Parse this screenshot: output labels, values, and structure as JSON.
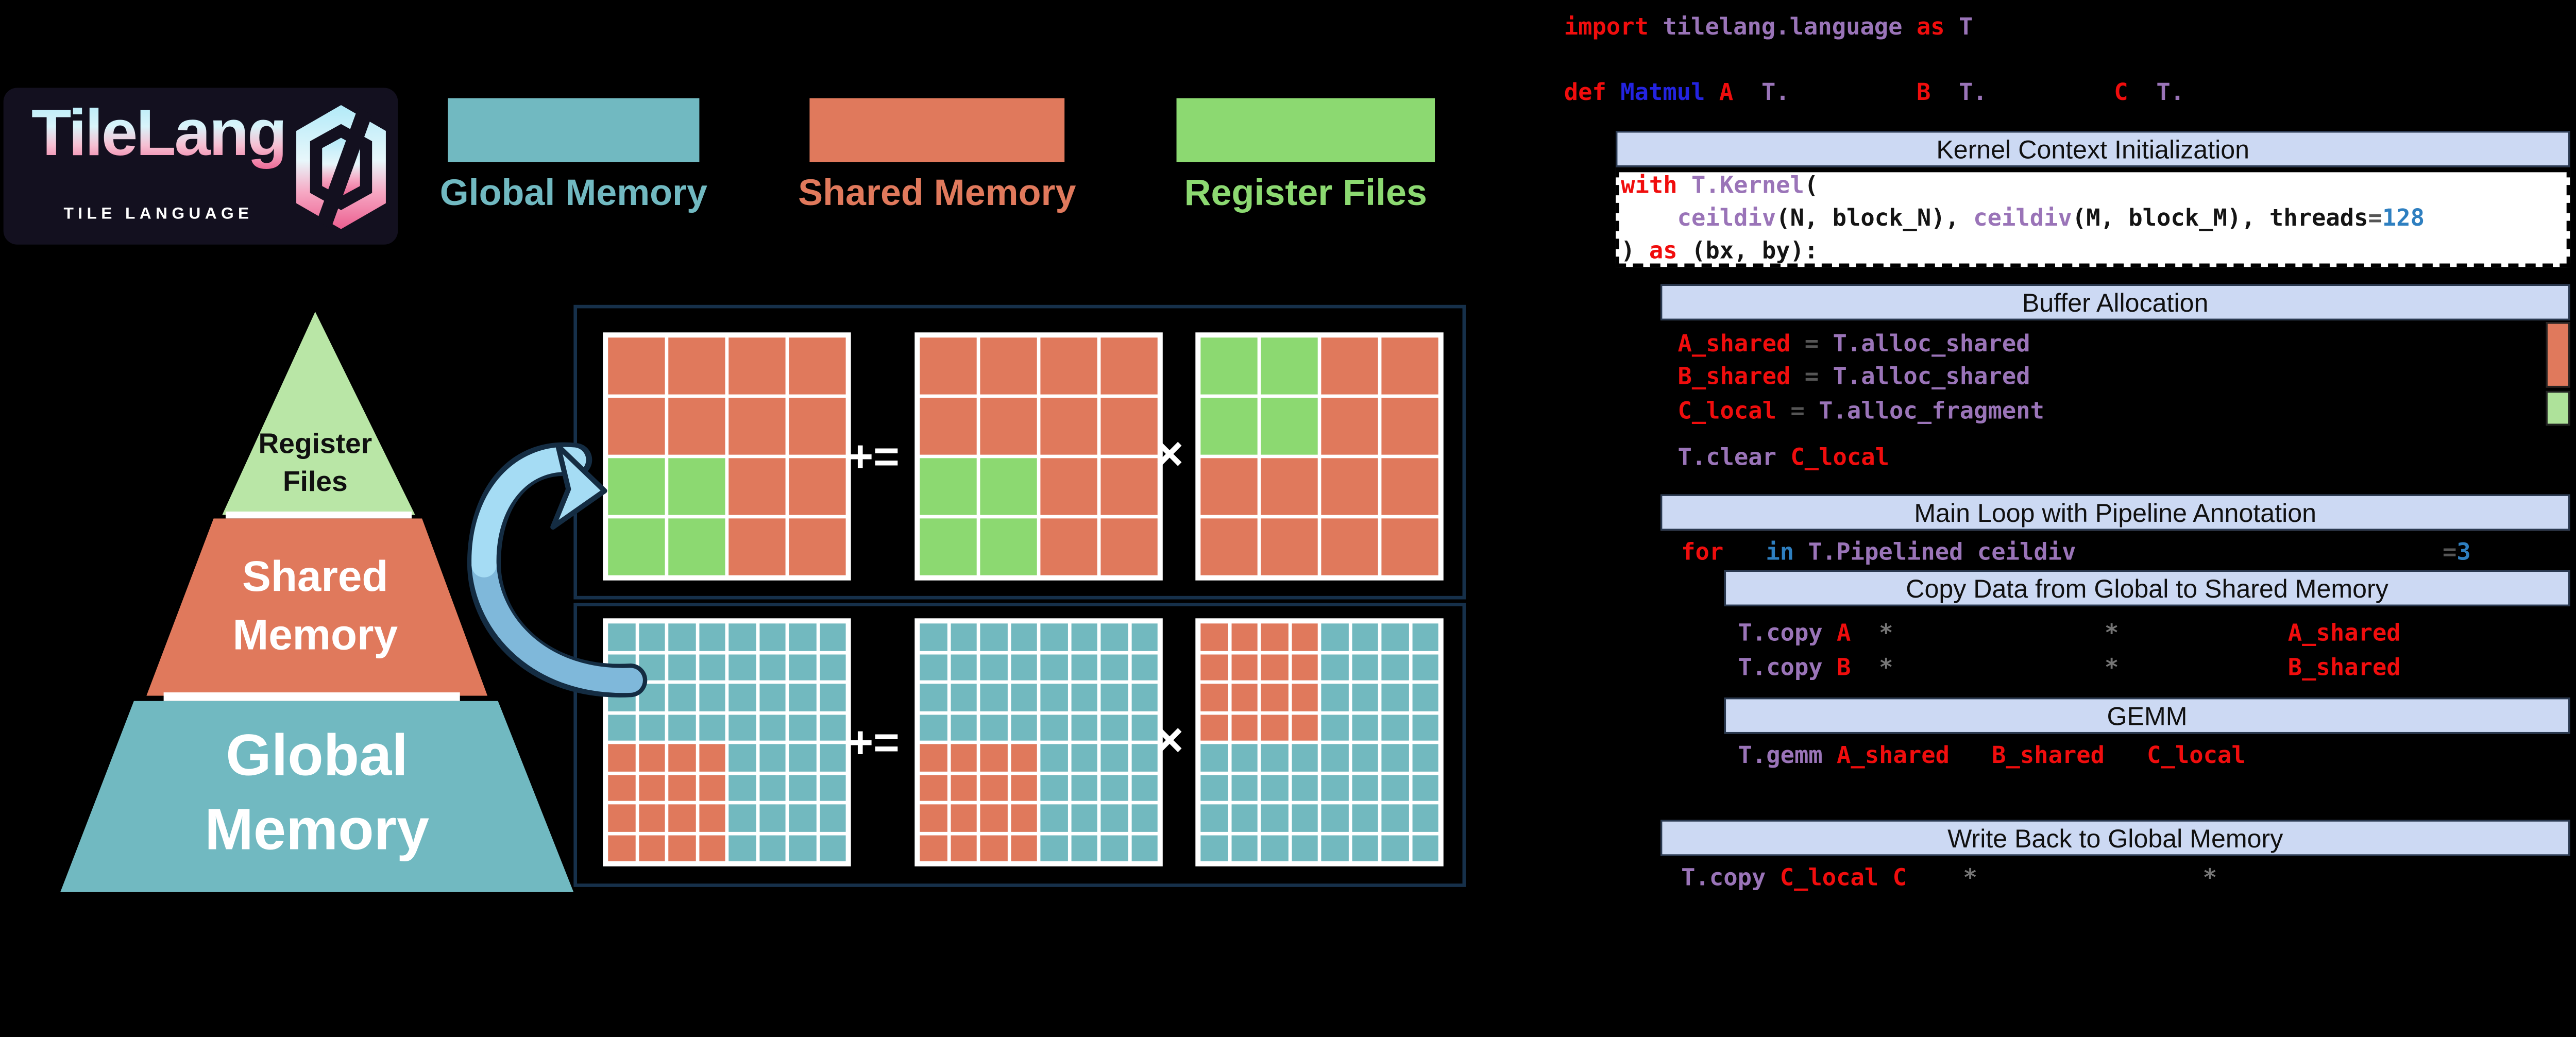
{
  "logo": {
    "title": "TileLang",
    "subtitle": "TILE LANGUAGE"
  },
  "legend": [
    {
      "id": "global",
      "label": "Global Memory",
      "color": "#71b9c1"
    },
    {
      "id": "shared",
      "label": "Shared Memory",
      "color": "#e0795c"
    },
    {
      "id": "register",
      "label": "Register Files",
      "color": "#8cd971"
    }
  ],
  "pyramid": {
    "levels": [
      {
        "id": "register-files",
        "lines": [
          "Register",
          "Files"
        ],
        "color": "#b9e6a6",
        "text_color": "#101010"
      },
      {
        "id": "shared-memory",
        "lines": [
          "Shared",
          "Memory"
        ],
        "color": "#e0795c",
        "text_color": "#ffffff"
      },
      {
        "id": "global-memory",
        "lines": [
          "Global",
          "Memory"
        ],
        "color": "#71b9c1",
        "text_color": "#ffffff"
      }
    ]
  },
  "matrix_colors": {
    "S": "#e0795c",
    "G": "#8cd971",
    "T": "#72b9bf"
  },
  "matrix_groups": [
    {
      "id": "register-level",
      "operators": [
        "+=",
        "×"
      ],
      "grids": [
        [
          "SSSS",
          "SSSS",
          "GGSS",
          "GGSS"
        ],
        [
          "SSSS",
          "SSSS",
          "GGSS",
          "GGSS"
        ],
        [
          "GGSS",
          "GGSS",
          "SSSS",
          "SSSS"
        ]
      ]
    },
    {
      "id": "global-level",
      "operators": [
        "+=",
        "×"
      ],
      "grids": [
        [
          "TTTTTTTT",
          "TTTTTTTT",
          "TTTTTTTT",
          "TTTTTTTT",
          "SSSSTTTT",
          "SSSSTTTT",
          "SSSSTTTT",
          "SSSSTTTT"
        ],
        [
          "TTTTTTTT",
          "TTTTTTTT",
          "TTTTTTTT",
          "TTTTTTTT",
          "SSSSTTTT",
          "SSSSTTTT",
          "SSSSTTTT",
          "SSSSTTTT"
        ],
        [
          "SSSSTTTT",
          "SSSSTTTT",
          "SSSSTTTT",
          "SSSSTTTT",
          "TTTTTTTT",
          "TTTTTTTT",
          "TTTTTTTT",
          "TTTTTTTT"
        ]
      ]
    }
  ],
  "code": {
    "palette": {
      "red": "#f00d0d",
      "purple": "#9a74b8",
      "blue": "#2323e0",
      "steel": "#2e7fc0",
      "gray": "#555555",
      "dim": "#757575",
      "black": "#141414",
      "gap": "transparent"
    },
    "headers": [
      {
        "id": "h1",
        "label": "Kernel Context Initialization"
      },
      {
        "id": "h2",
        "label": "Buffer Allocation"
      },
      {
        "id": "h3",
        "label": "Main Loop with Pipeline Annotation"
      },
      {
        "id": "h4",
        "label": "Copy Data from Global to Shared Memory"
      },
      {
        "id": "h5",
        "label": "GEMM"
      },
      {
        "id": "h6",
        "label": "Write Back to Global Memory"
      }
    ],
    "lines": [
      {
        "id": "import",
        "tokens": [
          [
            "red",
            "import"
          ],
          [
            "purple",
            " tilelang.language"
          ],
          [
            "red",
            " as"
          ],
          [
            "purple",
            " T"
          ]
        ]
      },
      {
        "id": "def",
        "tokens": [
          [
            "red",
            "def"
          ],
          [
            "blue",
            " Matmul"
          ],
          [
            "red",
            " A"
          ],
          [
            "purple",
            "  T."
          ],
          [
            "gap",
            "         "
          ],
          [
            "red",
            "B"
          ],
          [
            "purple",
            "  T."
          ],
          [
            "gap",
            "         "
          ],
          [
            "red",
            "C"
          ],
          [
            "purple",
            "  T."
          ]
        ]
      },
      {
        "id": "with1",
        "tokens": [
          [
            "red",
            "with"
          ],
          [
            "purple",
            " T.Kernel"
          ],
          [
            "black",
            "("
          ]
        ]
      },
      {
        "id": "with2",
        "tokens": [
          [
            "black",
            "    "
          ],
          [
            "purple",
            "ceildiv"
          ],
          [
            "black",
            "(N, block_N), "
          ],
          [
            "purple",
            "ceildiv"
          ],
          [
            "black",
            "(M, block_M), threads"
          ],
          [
            "gray",
            "="
          ],
          [
            "steel",
            "128"
          ]
        ]
      },
      {
        "id": "with3",
        "tokens": [
          [
            "black",
            ") "
          ],
          [
            "red",
            "as"
          ],
          [
            "black",
            " (bx, by):"
          ]
        ]
      },
      {
        "id": "alloc_a",
        "tokens": [
          [
            "red",
            "A_shared"
          ],
          [
            "gray",
            " = "
          ],
          [
            "purple",
            "T.alloc_shared"
          ]
        ]
      },
      {
        "id": "alloc_b",
        "tokens": [
          [
            "red",
            "B_shared"
          ],
          [
            "gray",
            " = "
          ],
          [
            "purple",
            "T.alloc_shared"
          ]
        ]
      },
      {
        "id": "alloc_c",
        "tokens": [
          [
            "red",
            "C_local"
          ],
          [
            "gray",
            " = "
          ],
          [
            "purple",
            "T.alloc_fragment"
          ]
        ]
      },
      {
        "id": "clear",
        "tokens": [
          [
            "purple",
            "T.clear"
          ],
          [
            "red",
            " C_local"
          ]
        ]
      },
      {
        "id": "for",
        "tokens": [
          [
            "red",
            "for"
          ],
          [
            "gap",
            "   "
          ],
          [
            "steel",
            "in"
          ],
          [
            "purple",
            " T.Pipelined"
          ],
          [
            "purple",
            " ceildiv"
          ],
          [
            "gap",
            "                          "
          ],
          [
            "gray",
            "="
          ],
          [
            "steel",
            "3"
          ]
        ]
      },
      {
        "id": "copy_a",
        "tokens": [
          [
            "purple",
            "T.copy"
          ],
          [
            "red",
            " A"
          ],
          [
            "gap",
            "  "
          ],
          [
            "dim",
            "*"
          ],
          [
            "gap",
            "               "
          ],
          [
            "dim",
            "*"
          ],
          [
            "gap",
            "            "
          ],
          [
            "red",
            "A_shared"
          ]
        ]
      },
      {
        "id": "copy_b",
        "tokens": [
          [
            "purple",
            "T.copy"
          ],
          [
            "red",
            " B"
          ],
          [
            "gap",
            "  "
          ],
          [
            "dim",
            "*"
          ],
          [
            "gap",
            "               "
          ],
          [
            "dim",
            "*"
          ],
          [
            "gap",
            "            "
          ],
          [
            "red",
            "B_shared"
          ]
        ]
      },
      {
        "id": "gemm",
        "tokens": [
          [
            "purple",
            "T.gemm"
          ],
          [
            "red",
            " A_shared"
          ],
          [
            "gap",
            "   "
          ],
          [
            "red",
            "B_shared"
          ],
          [
            "gap",
            "   "
          ],
          [
            "red",
            "C_local"
          ]
        ]
      },
      {
        "id": "writeback",
        "tokens": [
          [
            "purple",
            "T.copy"
          ],
          [
            "red",
            " C_local"
          ],
          [
            "red",
            " C"
          ],
          [
            "gap",
            "    "
          ],
          [
            "dim",
            "*"
          ],
          [
            "gap",
            "                "
          ],
          [
            "dim",
            "*"
          ]
        ]
      }
    ],
    "markers": [
      {
        "id": "shared-marker",
        "color": "#e0795c"
      },
      {
        "id": "fragment-marker",
        "color": "#aee29a"
      }
    ]
  }
}
